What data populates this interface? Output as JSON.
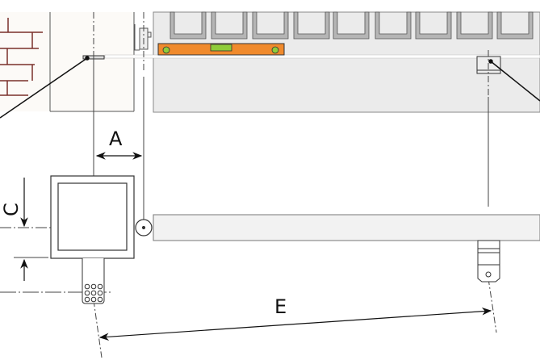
{
  "labels": {
    "a": "A",
    "c": "C",
    "e": "E"
  },
  "colors": {
    "level": "#f08a2c",
    "bubble": "#8fcc3a",
    "panel": "#ebebeb",
    "brick": "#7a2f2a",
    "wall": "#fcfaf7"
  }
}
